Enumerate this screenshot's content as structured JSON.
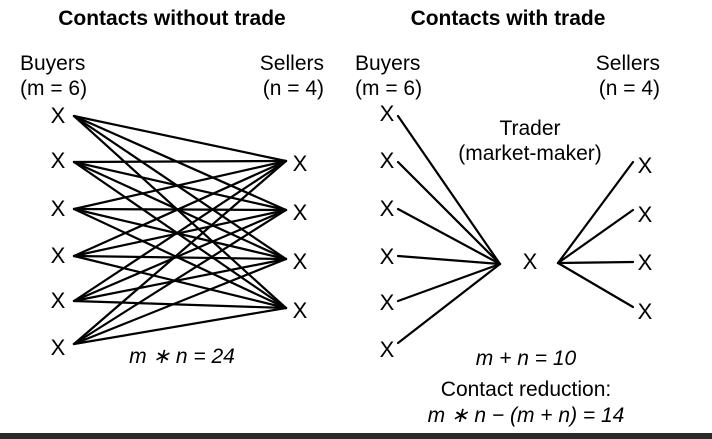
{
  "left_panel": {
    "title": "Contacts without trade",
    "buyers_label": "Buyers",
    "buyers_count": "(m = 6)",
    "sellers_label": "Sellers",
    "sellers_count": "(n = 4)",
    "node_marker": "X",
    "buyer_count": 6,
    "seller_count": 4,
    "formula": "m ∗ n = 24"
  },
  "right_panel": {
    "title": "Contacts with trade",
    "buyers_label": "Buyers",
    "buyers_count": "(m = 6)",
    "sellers_label": "Sellers",
    "sellers_count": "(n = 4)",
    "trader_label": "Trader",
    "trader_sublabel": "(market-maker)",
    "node_marker": "X",
    "formula": "m + n = 10",
    "reduction_label": "Contact reduction:",
    "reduction_formula": "m ∗ n − (m + n) = 14"
  }
}
